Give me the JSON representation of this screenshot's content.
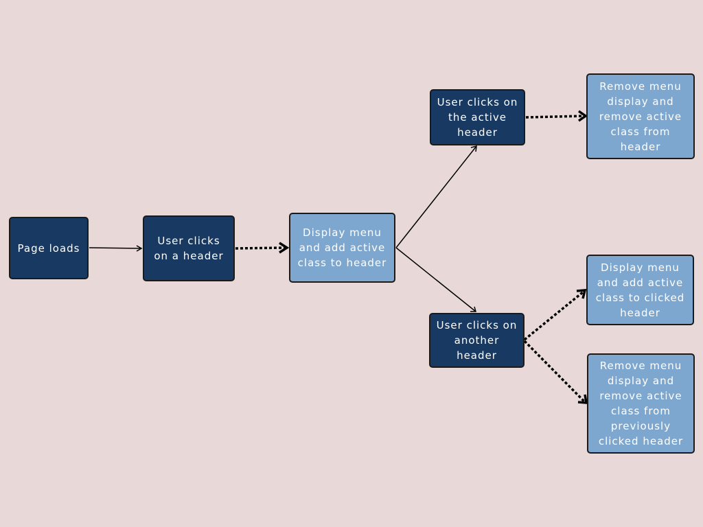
{
  "diagram": {
    "nodes": {
      "page_loads": "Page loads",
      "user_clicks_header": "User clicks\non a header",
      "display_menu_add_active": "Display menu\nand add active\nclass to header",
      "user_clicks_active": "User clicks on\nthe active\nheader",
      "user_clicks_another": "User clicks on\nanother\nheader",
      "remove_menu_active": "Remove menu\ndisplay and\nremove active\nclass from\nheader",
      "display_menu_clicked": "Display menu\nand add active\nclass to clicked\nheader",
      "remove_menu_previous": "Remove menu\ndisplay and\nremove active\nclass from\npreviously\nclicked header"
    },
    "edges": [
      {
        "from": "page_loads",
        "to": "user_clicks_header",
        "style": "solid"
      },
      {
        "from": "user_clicks_header",
        "to": "display_menu_add_active",
        "style": "dotted"
      },
      {
        "from": "display_menu_add_active",
        "to": "user_clicks_active",
        "style": "solid"
      },
      {
        "from": "display_menu_add_active",
        "to": "user_clicks_another",
        "style": "solid"
      },
      {
        "from": "user_clicks_active",
        "to": "remove_menu_active",
        "style": "dotted"
      },
      {
        "from": "user_clicks_another",
        "to": "display_menu_clicked",
        "style": "dotted"
      },
      {
        "from": "user_clicks_another",
        "to": "remove_menu_previous",
        "style": "dotted"
      }
    ],
    "colors": {
      "background": "#e9d8d8",
      "dark_box": "#183a62",
      "light_box": "#7ea7cf",
      "arrow": "#000000"
    }
  }
}
